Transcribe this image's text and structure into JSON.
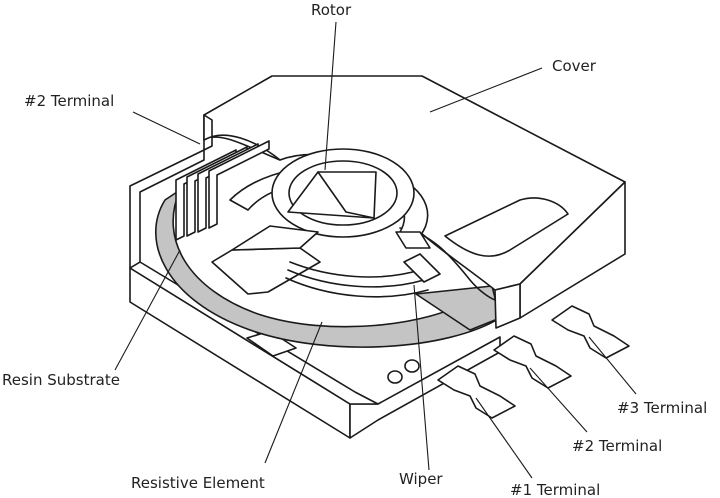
{
  "diagram": {
    "labels": {
      "rotor": "Rotor",
      "cover": "Cover",
      "terminal2_top": "#2 Terminal",
      "resin_substrate": "Resin Substrate",
      "resistive_element": "Resistive Element",
      "wiper": "Wiper",
      "terminal1": "#1 Terminal",
      "terminal2_bottom": "#2 Terminal",
      "terminal3": "#3 Terminal"
    },
    "colors": {
      "line": "#1a1a1a",
      "resistive_fill": "#c4c4c4",
      "body_fill": "#ffffff"
    }
  }
}
